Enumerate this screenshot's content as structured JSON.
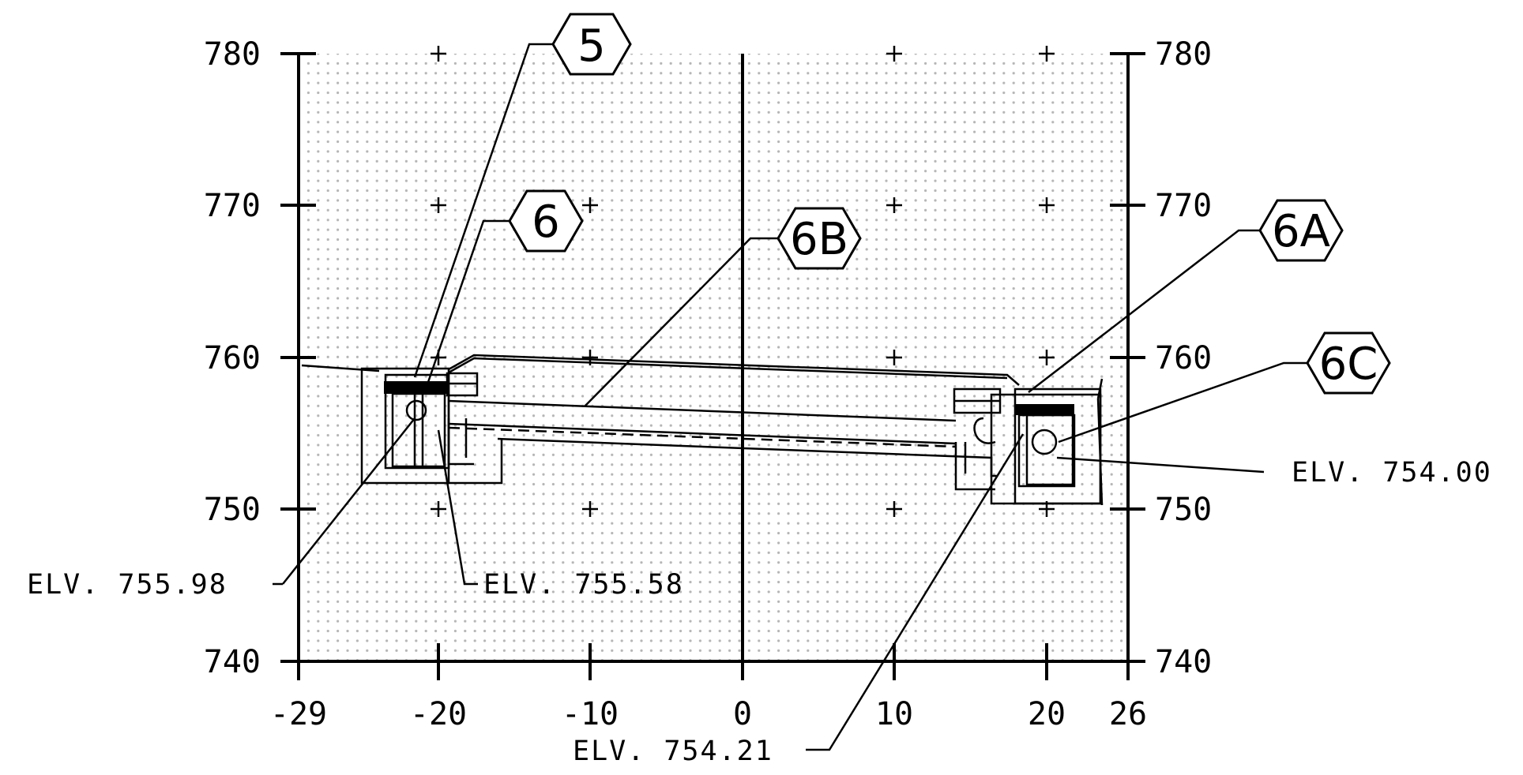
{
  "drawing": {
    "x_ticks": [
      "-29",
      "-20",
      "-10",
      "0",
      "10",
      "20",
      "26"
    ],
    "y_ticks": [
      "780",
      "770",
      "760",
      "750",
      "740"
    ],
    "callouts": [
      {
        "id": "callout-5",
        "label": "5"
      },
      {
        "id": "callout-6",
        "label": "6"
      },
      {
        "id": "callout-6b",
        "label": "6B"
      },
      {
        "id": "callout-6a",
        "label": "6A"
      },
      {
        "id": "callout-6c",
        "label": "6C"
      }
    ],
    "elevations": [
      {
        "id": "elev-755-98",
        "label": "ELV. 755.98"
      },
      {
        "id": "elev-755-58",
        "label": "ELV. 755.58"
      },
      {
        "id": "elev-754-21",
        "label": "ELV. 754.21"
      },
      {
        "id": "elev-754-00",
        "label": "ELV. 754.00"
      }
    ]
  },
  "colors": {
    "line": "#000000",
    "grid_dot": "#b5b5b5",
    "background": "#ffffff"
  }
}
